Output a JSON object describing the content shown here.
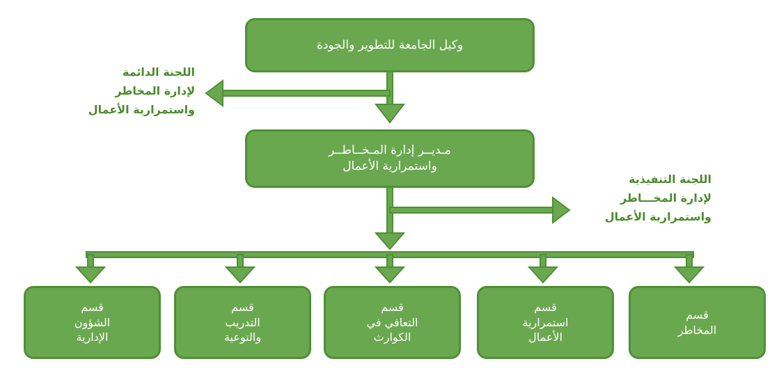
{
  "top": {
    "label": "وكيل الجامعة للتطوير والجودة"
  },
  "manager": {
    "line1": "مـديــر إدارة المـخــاطــر",
    "line2": "واستمرارية الأعمال"
  },
  "permanent_committee": {
    "line1": "اللجنة الدائمة",
    "line2": "لإدارة المخاطر",
    "line3": "واستمرارية الأعمال"
  },
  "executive_committee": {
    "line1": "اللجنة التنفيذية",
    "line2": "لإدارة المخـــاطر",
    "line3": "واستمرارية الأعمال"
  },
  "departments": [
    {
      "lines": [
        "قسم",
        "المخاطر"
      ]
    },
    {
      "lines": [
        "قسم",
        "استمرارية",
        "الأعمال"
      ]
    },
    {
      "lines": [
        "قسم",
        "التعافي في",
        "الكوارث"
      ]
    },
    {
      "lines": [
        "قسم",
        "التدريب",
        "والتوعية"
      ]
    },
    {
      "lines": [
        "قسم",
        "الشؤون",
        "الإدارية"
      ]
    }
  ],
  "colors": {
    "box_fill": "#6aa84f",
    "box_border": "#4f8f36",
    "connector": "#6aa84f",
    "side_text": "#4a8b2c"
  }
}
